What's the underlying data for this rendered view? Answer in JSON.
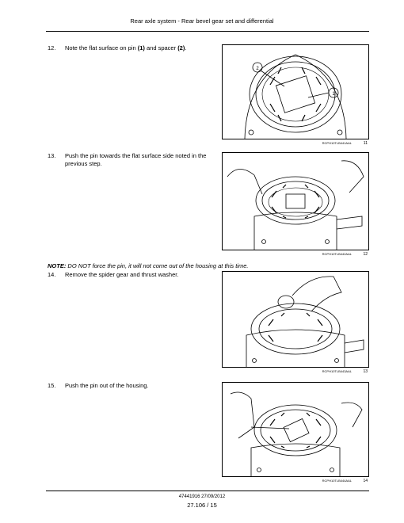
{
  "header": {
    "title": "Rear axle system - Rear bevel gear set and differential"
  },
  "steps": [
    {
      "num": "12.",
      "text_pre": "Note the flat surface on pin ",
      "b1": "(1)",
      "text_mid": " and spacer ",
      "b2": "(2)",
      "text_post": "."
    },
    {
      "num": "13.",
      "text": "Push the pin towards the flat surface side noted in the previous step."
    },
    {
      "num": "14.",
      "text": "Remove the spider gear and thrust washer."
    },
    {
      "num": "15.",
      "text": "Push the pin out of the housing."
    }
  ],
  "note": {
    "label": "NOTE:",
    "text": " DO NOT force the pin, it will not come out of the housing at this time."
  },
  "figures": [
    {
      "code": "RCPH10TLB441AAL",
      "num": "11",
      "callouts": [
        "2",
        "1"
      ]
    },
    {
      "code": "RCPH10TLB442AAL",
      "num": "12"
    },
    {
      "code": "RCPH10TLB443AAL",
      "num": "13"
    },
    {
      "code": "RCPH10TLB444AAL",
      "num": "14"
    }
  ],
  "footer": {
    "doc": "47441916 27/09/2012",
    "page": "27.106 / 15"
  }
}
